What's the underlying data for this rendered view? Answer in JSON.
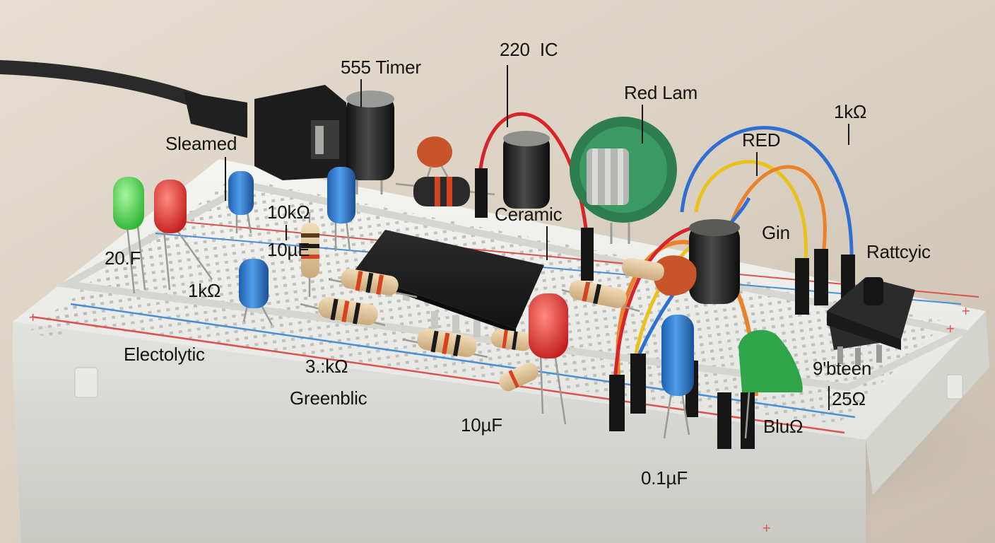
{
  "labels": {
    "timer_555": "555 Timer",
    "ic_220": "220  IC",
    "red_lam": "Red Lam",
    "ohm_1k_top": "1kΩ",
    "red": "RED",
    "sleamed": "Sleamed",
    "ohm_10k": "10kΩ",
    "uf_10_left": "10µE",
    "ceramic": "Ceramic",
    "gin": "Gin",
    "f_20": "20.F",
    "rattcyic": "Rattcyic",
    "ohm_1k_left": "1kΩ",
    "electolytic": "Electolytic",
    "ohm_3k": "3.:kΩ",
    "greenblic": "Greenblic",
    "uf_10_bottom": "10µF",
    "bluo": "BluΩ",
    "bteen": "9'bteen",
    "ohm_25": "25Ω",
    "uf_01": "0.1µF"
  },
  "colors": {
    "table": "#d9d0c3",
    "breadboard": "#efefec",
    "rail_red": "#d9534f",
    "rail_blue": "#4a8fd0",
    "ic_body": "#1f1f1f",
    "wire_red": "#d6242b",
    "wire_blue": "#2f6fd1",
    "wire_yellow": "#e9c21a",
    "wire_orange": "#e9822a",
    "led_green": "#47d14a",
    "led_red": "#dc2f2f",
    "cap_blue": "#2f7fd6",
    "cap_ceramic": "#c8542a",
    "cap_green": "#2fa54a"
  },
  "icons": {
    "usb_cable": "usb-cable-icon",
    "led": "led-icon",
    "resistor": "resistor-icon",
    "capacitor": "capacitor-icon",
    "ic_chip": "ic-chip-icon",
    "potentiometer": "potentiometer-icon",
    "push_button": "push-button-icon"
  }
}
